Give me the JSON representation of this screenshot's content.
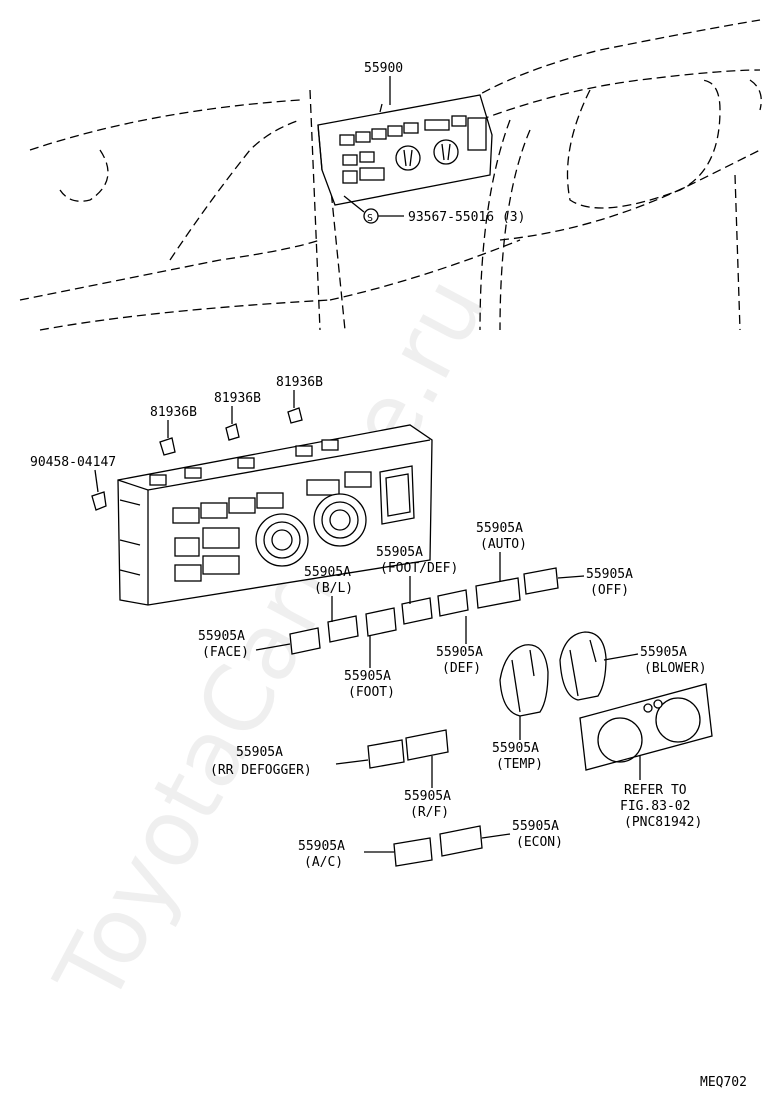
{
  "watermark": "ToyotaCarMine.ru",
  "labels": {
    "assembly": "55900",
    "screw_part": "93567-55016 (3)",
    "screw_s": "S",
    "bulb_1": "81936B",
    "bulb_2": "81936B",
    "bulb_3": "81936B",
    "clip": "90458-04147",
    "auto_num": "55905A",
    "auto_name": "(AUTO)",
    "footdef_num": "55905A",
    "footdef_name": "(FOOT/DEF)",
    "bl_num": "55905A",
    "bl_name": "(B/L)",
    "off_num": "55905A",
    "off_name": "(OFF)",
    "face_num": "55905A",
    "face_name": "(FACE)",
    "foot_num": "55905A",
    "foot_name": "(FOOT)",
    "def_num": "55905A",
    "def_name": "(DEF)",
    "blower_num": "55905A",
    "blower_name": "(BLOWER)",
    "temp_num": "55905A",
    "temp_name": "(TEMP)",
    "rrdef_num": "55905A",
    "rrdef_name": "(RR DEFOGGER)",
    "rf_num": "55905A",
    "rf_name": "(R/F)",
    "ac_num": "55905A",
    "ac_name": "(A/C)",
    "econ_num": "55905A",
    "econ_name": "(ECON)",
    "refer_1": "REFER TO",
    "refer_2": "FIG.83-02",
    "refer_3": "(PNC81942)",
    "figure_code": "MEQ702"
  }
}
